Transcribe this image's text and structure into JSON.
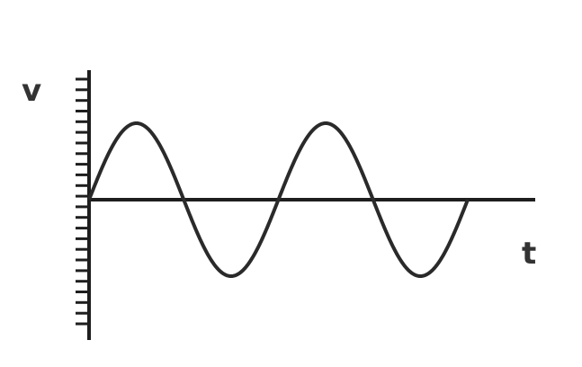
{
  "chart_data": {
    "type": "line",
    "title": "",
    "xlabel": "t",
    "ylabel": "v",
    "xlim": [
      0,
      2
    ],
    "ylim": [
      -1,
      1
    ],
    "grid": false,
    "legend": "none",
    "y_axis_tick_count": 24,
    "series": [
      {
        "function": "sine",
        "amplitude": 1,
        "cycles": 2,
        "phase": 0
      }
    ],
    "colors": {
      "curve": "#2a2a2a",
      "axis": "#1e1e1e",
      "label": "#333333"
    }
  }
}
